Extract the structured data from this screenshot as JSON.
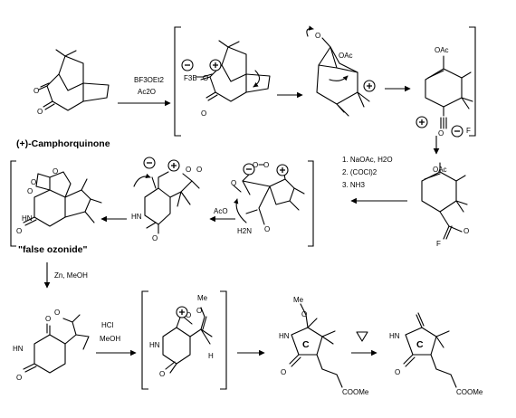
{
  "compounds": {
    "camphorquinone": "(+)-Camphorquinone",
    "false_ozonide": "\"false ozonide\""
  },
  "reagents": {
    "step1_a": "BF3OEt2",
    "step1_b": "Ac2O",
    "step2_a": "1. NaOAc, H2O",
    "step2_b": "2. (COCl)2",
    "step2_c": "3. NH3",
    "step3": "Zn, MeOH",
    "step4_a": "HCl",
    "step4_b": "MeOH"
  },
  "atoms": {
    "O": "O",
    "F": "F",
    "F3B": "F3B",
    "OAc": "OAc",
    "AcO": "AcO",
    "HN": "HN",
    "H2N": "H2N",
    "H": "H",
    "Me": "Me",
    "COOMe": "COOMe",
    "ring_c": "C"
  }
}
